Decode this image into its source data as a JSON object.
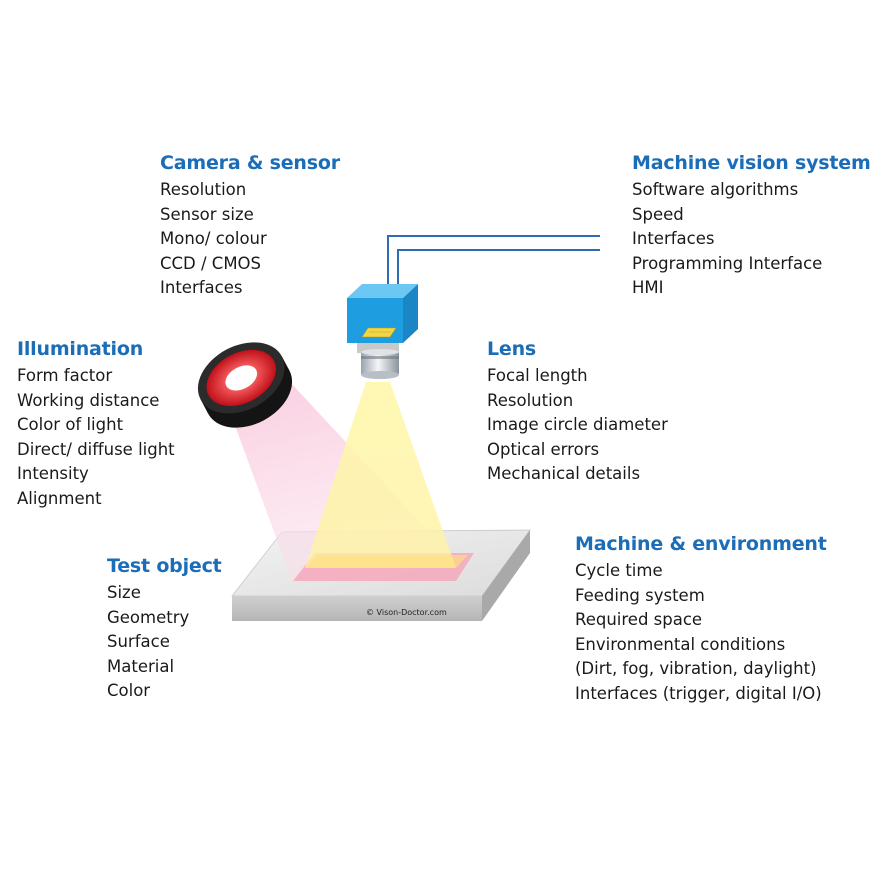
{
  "colors": {
    "heading": "#1c6db8",
    "body_text": "#1a1a1a",
    "camera_body": "#1e9de0",
    "cable": "#2b6cb5",
    "ring_light": "#e0242c",
    "lens_beam": "#fff27a",
    "illumination_beam": "#f7bcd2",
    "platform": "#d8d8d8"
  },
  "groups": {
    "camera_sensor": {
      "title": "Camera & sensor",
      "items": [
        "Resolution",
        "Sensor size",
        "Mono/ colour",
        "CCD / CMOS",
        "Interfaces"
      ]
    },
    "machine_vision_system": {
      "title": "Machine vision system",
      "items": [
        "Software algorithms",
        "Speed",
        "Interfaces",
        "Programming Interface",
        "HMI"
      ]
    },
    "illumination": {
      "title": "Illumination",
      "items": [
        "Form factor",
        "Working distance",
        "Color of light",
        "Direct/ diffuse light",
        "Intensity",
        "Alignment"
      ]
    },
    "lens": {
      "title": "Lens",
      "items": [
        "Focal length",
        "Resolution",
        "Image circle diameter",
        "Optical errors",
        "Mechanical details"
      ]
    },
    "test_object": {
      "title": "Test object",
      "items": [
        "Size",
        "Geometry",
        "Surface",
        "Material",
        "Color"
      ]
    },
    "machine_environment": {
      "title": "Machine & environment",
      "items": [
        "Cycle time",
        "Feeding system",
        "Required space",
        "Environmental conditions",
        "(Dirt, fog, vibration, daylight)",
        "Interfaces (trigger, digital I/O)"
      ]
    }
  },
  "copyright": "© Vison-Doctor.com"
}
